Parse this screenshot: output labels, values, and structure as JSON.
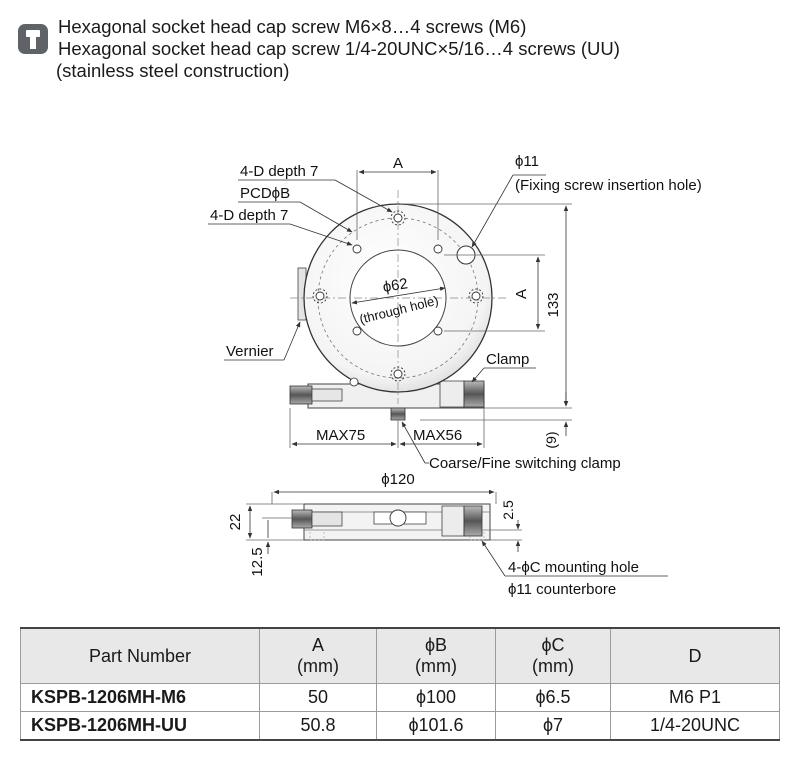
{
  "notes": {
    "icon": "wrench-tool-icon",
    "lines": [
      "Hexagonal socket head cap screw M6×8…4 screws (M6)",
      "Hexagonal socket head cap screw 1/4-20UNC×5/16…4 screws (UU)",
      "(stainless steel construction)"
    ]
  },
  "drawing": {
    "labels": {
      "dim_a_top": "A",
      "phi11": "ϕ11",
      "fixing_hole": "(Fixing screw insertion hole)",
      "depth7_top": "4-D depth 7",
      "pcd": "PCDϕB",
      "depth7_left": "4-D depth 7",
      "phi62": "ϕ62",
      "through_hole": "(through hole)",
      "dim_a_right": "A",
      "dim_133": "133",
      "vernier": "Vernier",
      "clamp": "Clamp",
      "max75": "MAX75",
      "max56": "MAX56",
      "dim_9": "(9)",
      "coarse_fine": "Coarse/Fine switching clamp",
      "phi120": "ϕ120",
      "dim_22": "22",
      "dim_2_5": "2.5",
      "dim_12_5": "12.5",
      "mounting_hole": "4-ϕC mounting hole",
      "counterbore": "ϕ11 counterbore"
    }
  },
  "table": {
    "headers": [
      {
        "label": "Part Number",
        "unit": ""
      },
      {
        "label": "A",
        "unit": "(mm)"
      },
      {
        "label": "ϕB",
        "unit": "(mm)"
      },
      {
        "label": "ϕC",
        "unit": "(mm)"
      },
      {
        "label": "D",
        "unit": ""
      }
    ],
    "rows": [
      [
        "KSPB-1206MH-M6",
        "50",
        "ϕ100",
        "ϕ6.5",
        "M6 P1"
      ],
      [
        "KSPB-1206MH-UU",
        "50.8",
        "ϕ101.6",
        "ϕ7",
        "1/4-20UNC"
      ]
    ]
  }
}
